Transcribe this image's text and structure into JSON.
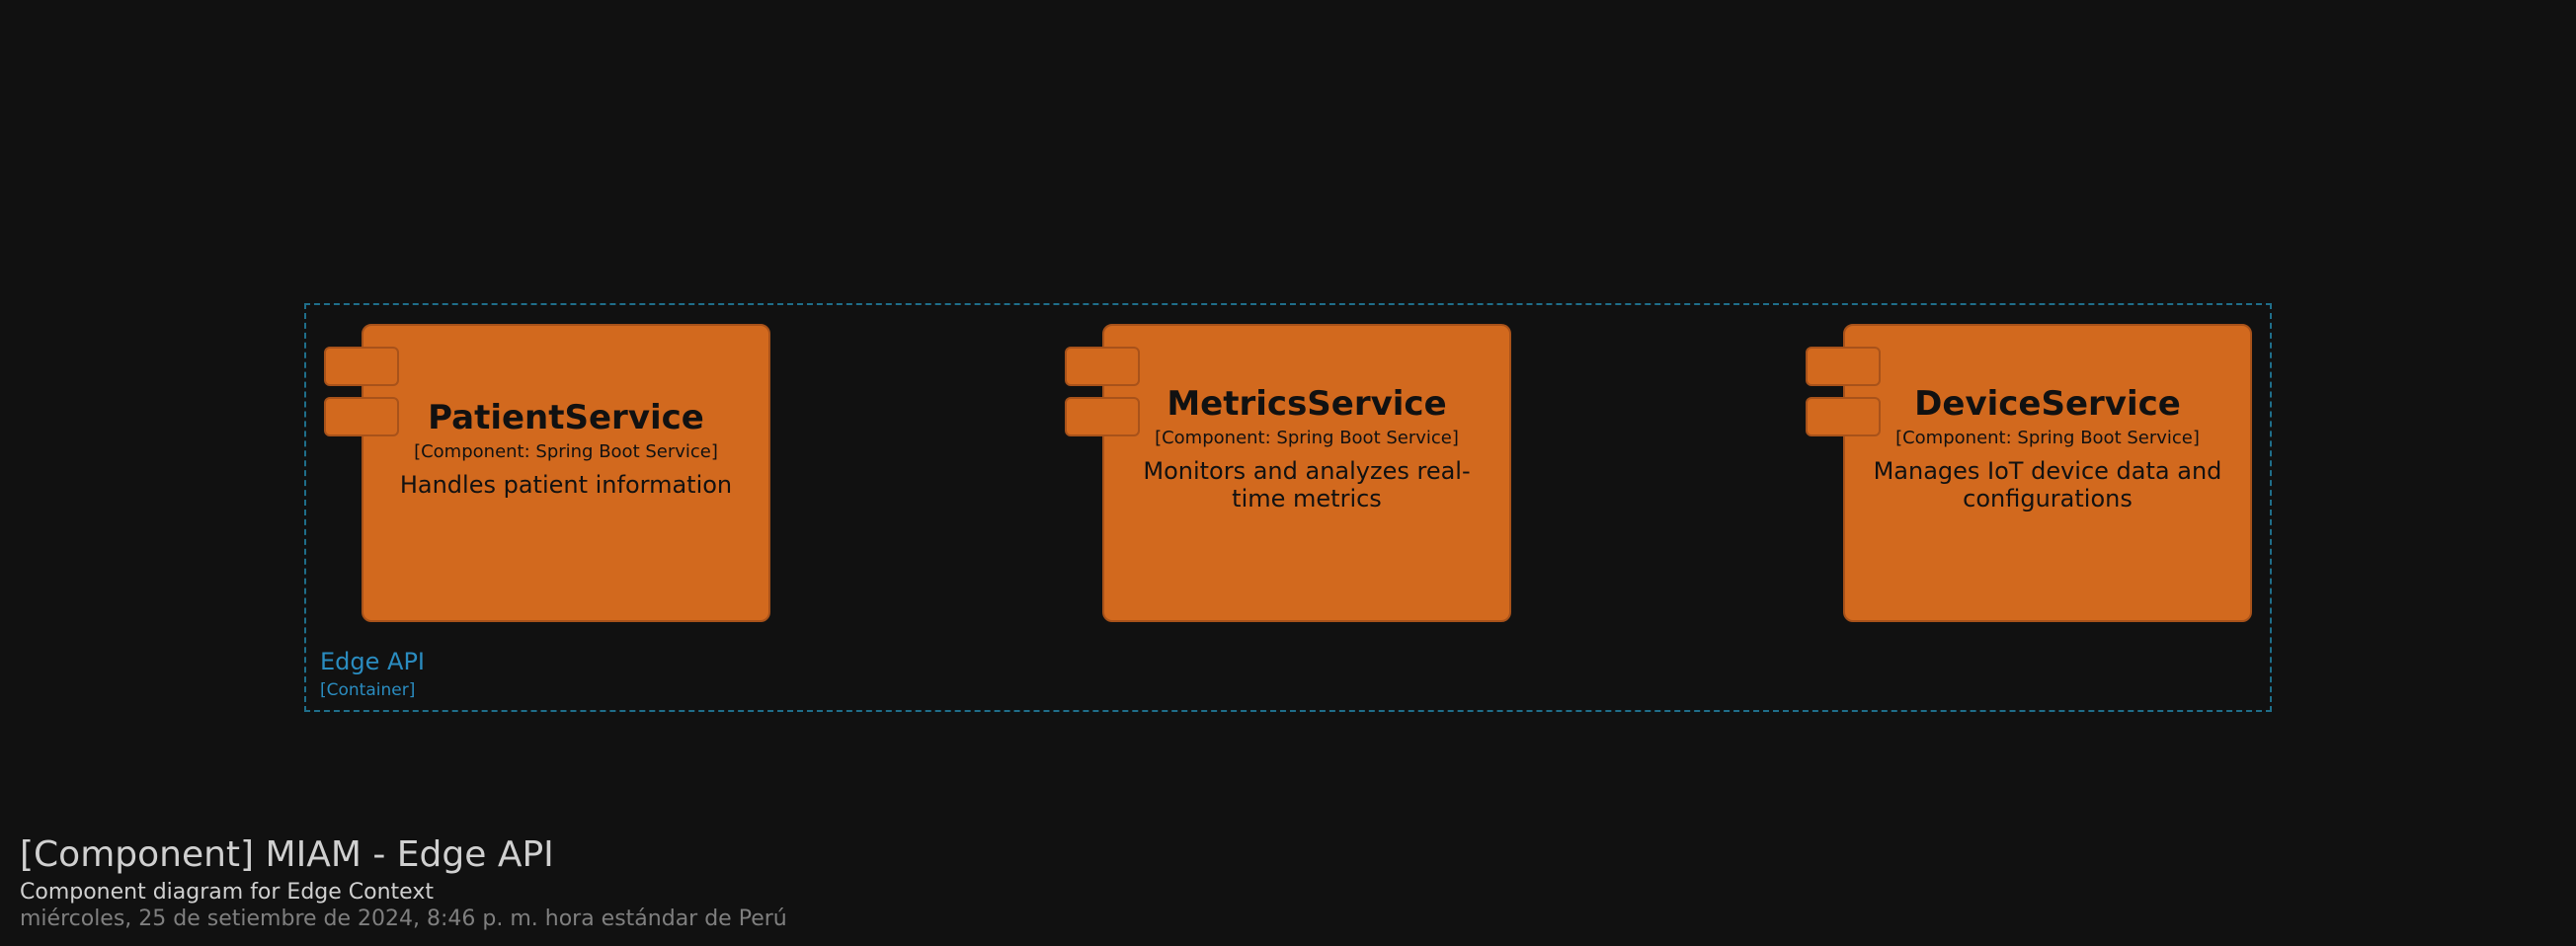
{
  "colors": {
    "background": "#111111",
    "component_fill": "#d2691e",
    "component_border": "#a8521a",
    "boundary": "#1f6e8a",
    "boundary_text": "#2a8cc0"
  },
  "boundary": {
    "name": "Edge API",
    "type": "[Container]"
  },
  "components": [
    {
      "name": "PatientService",
      "technology": "[Component: Spring Boot Service]",
      "description": "Handles patient information"
    },
    {
      "name": "MetricsService",
      "technology": "[Component: Spring Boot Service]",
      "description": "Monitors and analyzes real-time metrics"
    },
    {
      "name": "DeviceService",
      "technology": "[Component: Spring Boot Service]",
      "description": "Manages IoT device data and configurations"
    }
  ],
  "footer": {
    "title": "[Component] MIAM - Edge API",
    "subtitle": "Component diagram for Edge Context",
    "timestamp": "miércoles, 25 de setiembre de 2024, 8:46 p. m. hora estándar de Perú"
  }
}
